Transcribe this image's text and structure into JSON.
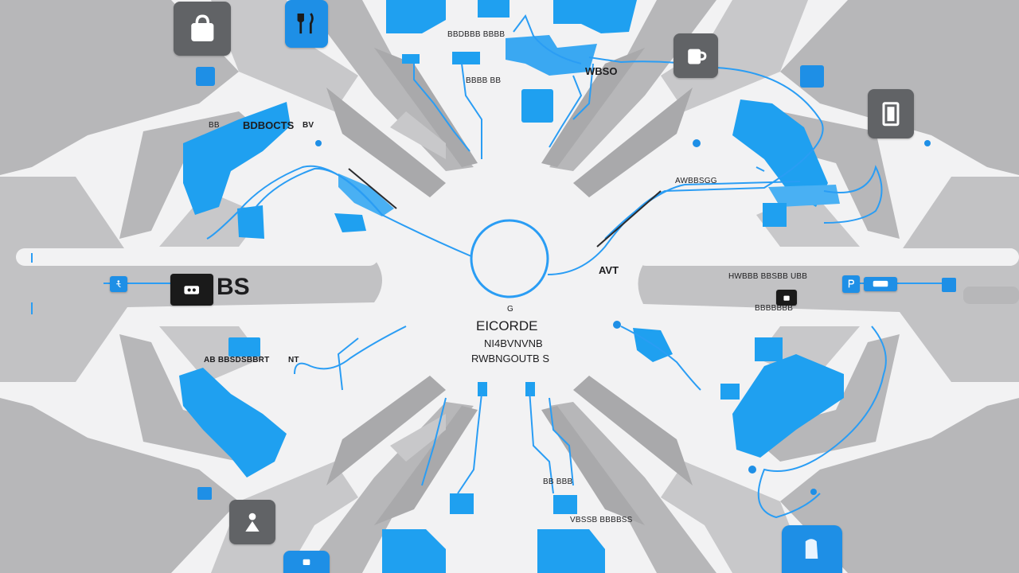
{
  "theme": {
    "road": "#b7b7b9",
    "background": "#f2f2f3",
    "area": "#1fa0f0",
    "route": "#2a9df4",
    "icon_dark": "#616366",
    "icon_blue": "#1e8fe6"
  },
  "labels": {
    "top_tag": "BBDBBB BBBB",
    "top_sub": "BBBB BB",
    "top_right": "WBSO",
    "left_cluster": "BDBOCTS",
    "left_cluster_sub": "BB",
    "left_cluster_right": "BV",
    "right_upper": "AWBBSGG",
    "middle_right": "AVT",
    "left_big": "BS",
    "right_road": "HWBBB BBSBB UBB",
    "right_road_sub": "BBBBBBB",
    "center_top": "G",
    "center_title": "EICORDE",
    "center_line2": "NI4BVNVNB",
    "center_line3": "RWBNGOUTB S",
    "lower_left": "AB BBSDSBBRT",
    "lower_left_right": "NT",
    "bottom_pair": "BB BBB",
    "bottom_right": "VBSSB BBBBSS"
  },
  "icons": [
    {
      "name": "shopping-bag-icon",
      "style": "dark"
    },
    {
      "name": "fork-knife-icon",
      "style": "blue"
    },
    {
      "name": "info-icon",
      "style": "blue"
    },
    {
      "name": "coffee-icon",
      "style": "dark"
    },
    {
      "name": "info-icon",
      "style": "blue"
    },
    {
      "name": "elevator-icon",
      "style": "dark"
    },
    {
      "name": "accessibility-icon",
      "style": "blue"
    },
    {
      "name": "ticket-icon",
      "style": "dark"
    },
    {
      "name": "parking-icon",
      "style": "blue"
    },
    {
      "name": "transit-icon",
      "style": "blue"
    },
    {
      "name": "baggage-icon",
      "style": "dark"
    },
    {
      "name": "info-icon",
      "style": "blue"
    },
    {
      "name": "restroom-icon",
      "style": "blue"
    },
    {
      "name": "luggage-icon",
      "style": "blue"
    }
  ]
}
